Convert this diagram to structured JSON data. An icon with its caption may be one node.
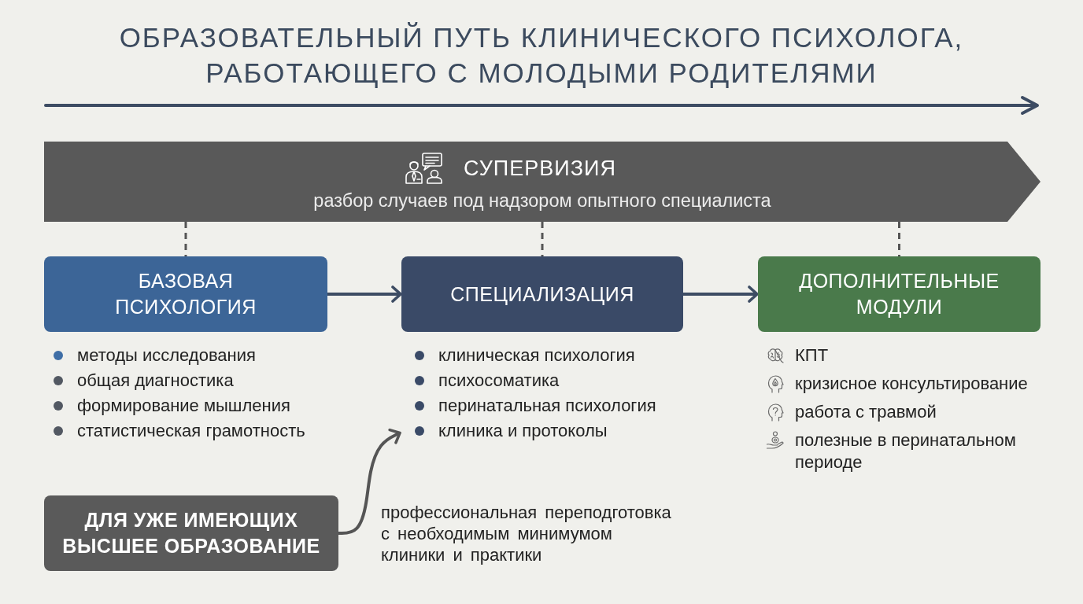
{
  "diagram": {
    "title": "ОБРАЗОВАТЕЛЬНЫЙ ПУТЬ КЛИНИЧЕСКОГО ПСИХОЛОГА, РАБОТАЮЩЕГО С МОЛОДЫМИ РОДИТЕЛЯМИ",
    "nodes": [
      {
        "text": [
          "СУПЕРВИЗИЯ",
          "разбор случаев под надзором опытного специалиста"
        ]
      },
      {
        "text": [
          "БАЗОВАЯ ПСИХОЛОГИЯ"
        ],
        "beside": [
          "методы исследования",
          "общая диагностика",
          "формирование мышления",
          "статистическая грамотность"
        ]
      },
      {
        "text": [
          "СПЕЦИАЛИЗАЦИЯ"
        ],
        "beside": [
          "клиническая психология",
          "психосоматика",
          "перинатальная психология",
          "клиника и протоколы"
        ]
      },
      {
        "text": [
          "ДОПОЛНИТЕЛЬНЫЕ МОДУЛИ"
        ],
        "beside": [
          "КПТ",
          "кризисное консультирование",
          "работа с травмой",
          "полезные в перинатальном периоде"
        ]
      },
      {
        "text": [
          "ДЛЯ УЖЕ ИМЕЮЩИХ ВЫСШЕЕ ОБРАЗОВАНИЕ"
        ]
      }
    ],
    "edges": [
      {
        "from": 0,
        "to": 1,
        "arrow": "none",
        "style": "dashed"
      },
      {
        "from": 0,
        "to": 2,
        "arrow": "none",
        "style": "dashed"
      },
      {
        "from": 0,
        "to": 3,
        "arrow": "none",
        "style": "dashed"
      },
      {
        "from": 1,
        "to": 2,
        "arrow": "to",
        "color": "#3d4c63"
      },
      {
        "from": 2,
        "to": 3,
        "arrow": "to",
        "color": "#3d4c63"
      },
      {
        "from": 4,
        "to": 2,
        "arrow": "to",
        "label": "профессиональная переподготовка с необходимым минимумом клиники и практики"
      }
    ]
  }
}
